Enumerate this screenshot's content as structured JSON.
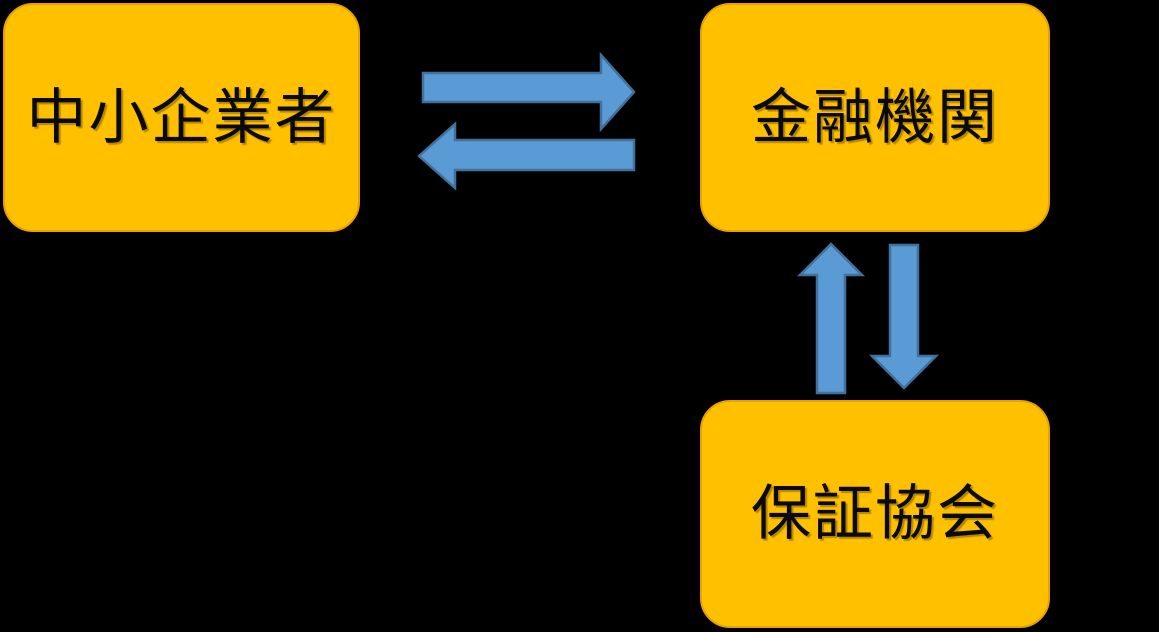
{
  "diagram": {
    "title": "",
    "background_color": "#000000",
    "node_fill_color": "#FFC000",
    "node_border_color": "#E8A200",
    "arrow_fill_color": "#5B9BD5",
    "arrow_border_color": "#41719C",
    "text_color": "#0A0A0A"
  },
  "nodes": [
    {
      "id": "sme",
      "label": "中小企業者"
    },
    {
      "id": "bank",
      "label": "金融機関"
    },
    {
      "id": "guaranty",
      "label": "保証協会"
    }
  ],
  "arrows": [
    {
      "id": "sme-to-bank",
      "icon": "arrow-right-icon",
      "direction": "right",
      "from": "sme",
      "to": "bank"
    },
    {
      "id": "bank-to-sme",
      "icon": "arrow-left-icon",
      "direction": "left",
      "from": "bank",
      "to": "sme"
    },
    {
      "id": "guaranty-to-bank",
      "icon": "arrow-up-icon",
      "direction": "up",
      "from": "guaranty",
      "to": "bank"
    },
    {
      "id": "bank-to-guaranty",
      "icon": "arrow-down-icon",
      "direction": "down",
      "from": "bank",
      "to": "guaranty"
    }
  ]
}
